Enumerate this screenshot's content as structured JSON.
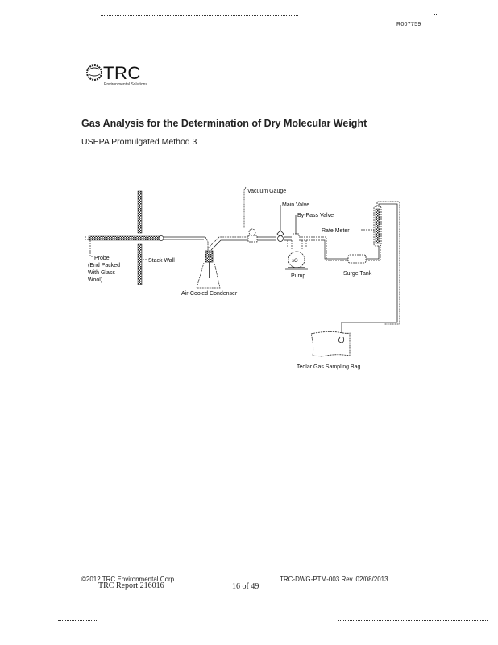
{
  "header": {
    "doc_id": "R007759"
  },
  "logo": {
    "name": "TRC",
    "tagline": "Environmental Solutions"
  },
  "document": {
    "title": "Gas Analysis for the Determination of Dry Molecular Weight",
    "subtitle": "USEPA Promulgated Method 3"
  },
  "diagram": {
    "labels": {
      "probe_line1": "Probe",
      "probe_line2": "(End Packed",
      "probe_line3": "With Glass",
      "probe_line4": "Wool)",
      "stack_wall": "Stack Wall",
      "condenser": "Air-Cooled Condenser",
      "vacuum_gauge": "Vacuum Gauge",
      "main_valve": "Main Valve",
      "bypass_valve": "By-Pass Valve",
      "rate_meter": "Rate Meter",
      "pump": "Pump",
      "surge_tank": "Surge Tank",
      "sampling_bag": "Tedlar Gas Sampling Bag"
    }
  },
  "footer": {
    "copyright": "©2012 TRC Environmental Corp",
    "report": "TRC Report 216016",
    "page": "16 of 49",
    "doc_rev": "TRC-DWG-PTM-003 Rev. 02/08/2013"
  }
}
